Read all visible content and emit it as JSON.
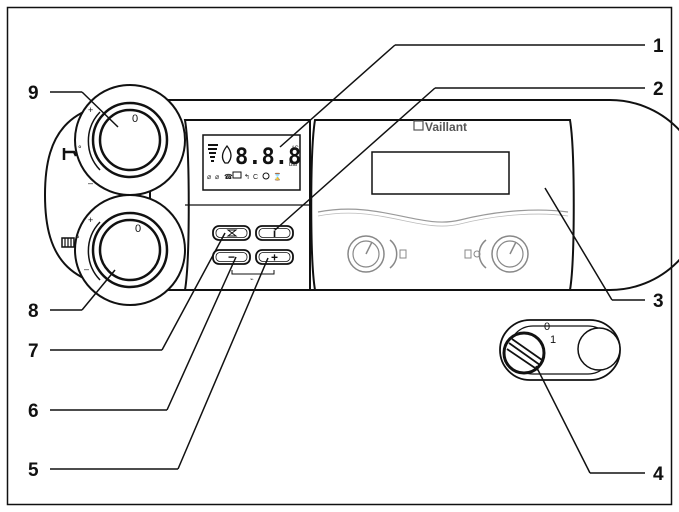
{
  "callouts": {
    "c1": "1",
    "c2": "2",
    "c3": "3",
    "c4": "4",
    "c5": "5",
    "c6": "6",
    "c7": "7",
    "c8": "8",
    "c9": "9"
  },
  "lcd": {
    "digits": "8.8.8",
    "unit_c": "°C",
    "unit_bar": "bar"
  },
  "knobs": {
    "hot_water_zero": "0",
    "heating_zero": "0",
    "plus": "+",
    "minus": "–",
    "switch_off": "0",
    "switch_on": "1"
  },
  "buttons": {
    "info": "i",
    "minus": "−",
    "plus": "+"
  },
  "brand": "Vaillant",
  "icons": {
    "hot_water": "tap-icon",
    "heating": "radiator-icon",
    "chimney_sweep": "chimney-sweep-icon",
    "info": "info-icon"
  }
}
